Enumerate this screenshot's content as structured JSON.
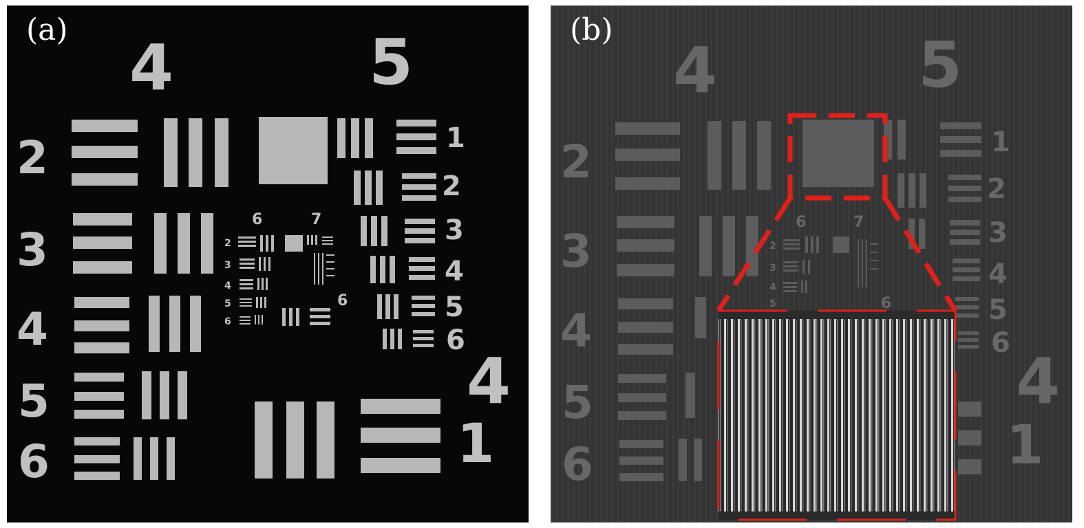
{
  "panels": [
    {
      "id": "a",
      "label": "(a)",
      "colors": {
        "background": "#070707",
        "bar": "#b7b7b7"
      }
    },
    {
      "id": "b",
      "label": "(b)",
      "colors": {
        "background": "#343434",
        "bar": "#5f5f5f",
        "highlight": "#e0201a"
      }
    }
  ],
  "group_numbers": {
    "top_left": "4",
    "top_right": "5",
    "side_right": "4"
  },
  "element_numbers": {
    "left_column": [
      "2",
      "3",
      "4",
      "5",
      "6"
    ],
    "right_column": [
      "1",
      "2",
      "3",
      "4",
      "5",
      "6"
    ],
    "bottom_right": "1",
    "center_top": [
      "6",
      "7"
    ],
    "center_left": [
      "2",
      "3",
      "4",
      "5",
      "6"
    ],
    "center_right": "6"
  }
}
